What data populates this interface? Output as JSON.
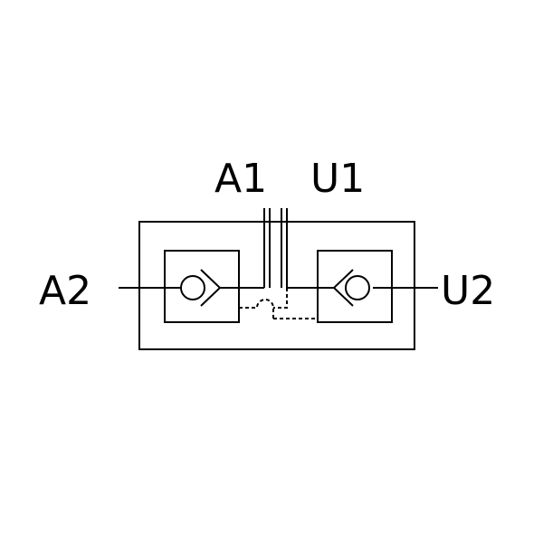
{
  "diagram": {
    "type": "hydraulic-schematic",
    "line_color": "#000000",
    "background": "#ffffff",
    "ports": {
      "a1": "A1",
      "u1": "U1",
      "a2": "A2",
      "u2": "U2"
    },
    "components": [
      {
        "name": "left-pilot-check-valve",
        "symbol": "check-valve"
      },
      {
        "name": "right-pilot-check-valve",
        "symbol": "check-valve"
      }
    ]
  }
}
